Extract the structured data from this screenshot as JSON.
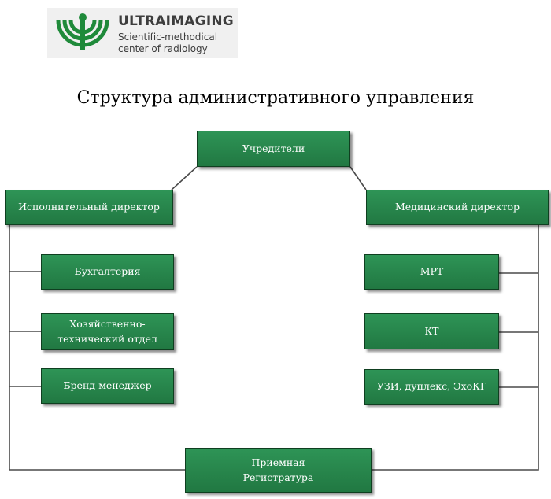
{
  "logo": {
    "brand": "ULTRAIMAGING",
    "line1": "Scientific-methodical",
    "line2": "center of radiology",
    "color": "#1f8a3a"
  },
  "title": "Структура административного управления",
  "colors": {
    "box": "#25804a",
    "line": "#4a4a4a"
  },
  "nodes": {
    "founders": "Учредители",
    "exec_director": "Исполнительный директор",
    "med_director": "Медицинский директор",
    "accounting": "Бухгалтерия",
    "tech_dept": "Хозяйственно-\nтехнический отдел",
    "brand_manager": "Бренд-менеджер",
    "mri": "МРТ",
    "ct": "КТ",
    "ultrasound": "УЗИ, дуплекс, ЭхоКГ",
    "reception": "Приемная\nРегистратура"
  }
}
